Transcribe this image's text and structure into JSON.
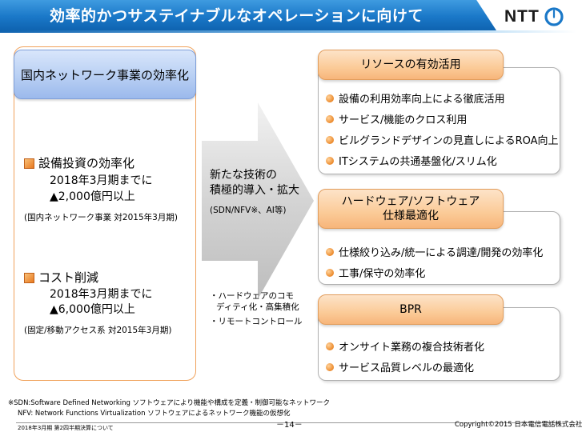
{
  "header": {
    "title": "効率的かつサステイナブルなオペレーションに向けて",
    "logo_text": "NTT"
  },
  "left": {
    "header": "国内ネットワーク事業の効率化",
    "item1": {
      "title": "設備投資の効率化",
      "line1": "2018年3月期までに",
      "line2": "▲2,000億円以上",
      "note": "(国内ネットワーク事業 対2015年3月期)"
    },
    "item2": {
      "title": "コスト削減",
      "line1": "2018年3月期までに",
      "line2": "▲6,000億円以上",
      "note": "(固定/移動アクセス系 対2015年3月期)"
    }
  },
  "arrow": {
    "line1": "新たな技術の",
    "line2": "積極的導入・拡大",
    "sub": "(SDN/NFV※、AI等)",
    "below1": "・ハードウェアのコモ",
    "below2": "ディティ化・高集積化",
    "below3": "・リモートコントロール"
  },
  "right": {
    "sec1": {
      "header": "リソースの有効活用",
      "items": [
        "設備の利用効率向上による徹底活用",
        "サービス/機能のクロス利用",
        "ビルグランドデザインの見直しによるROA向上",
        "ITシステムの共通基盤化/スリム化"
      ]
    },
    "sec2": {
      "header1": "ハードウェア/ソフトウェア",
      "header2": "仕様最適化",
      "items": [
        "仕様絞り込み/統一による調達/開発の効率化",
        "工事/保守の効率化"
      ]
    },
    "sec3": {
      "header": "BPR",
      "items": [
        "オンサイト業務の複合技術者化",
        "サービス品質レベルの最適化"
      ]
    }
  },
  "footnote": {
    "line1": "※SDN:Software Defined Networking ソフトウェアにより機能や構成を定義・制御可能なネットワーク",
    "line2": "NFV: Network Functions Virtualization ソフトウェアによるネットワーク機能の仮想化"
  },
  "footer": {
    "left": "2018年3月期 第2四半期決算について",
    "page": "－14－",
    "copyright": "Copyright©2015 日本電信電話株式会社"
  },
  "colors": {
    "title_bar": "#1a78c8",
    "left_header": "#b8cff3",
    "right_header": "#fbcb98",
    "bullet": "#ec8a2c"
  }
}
